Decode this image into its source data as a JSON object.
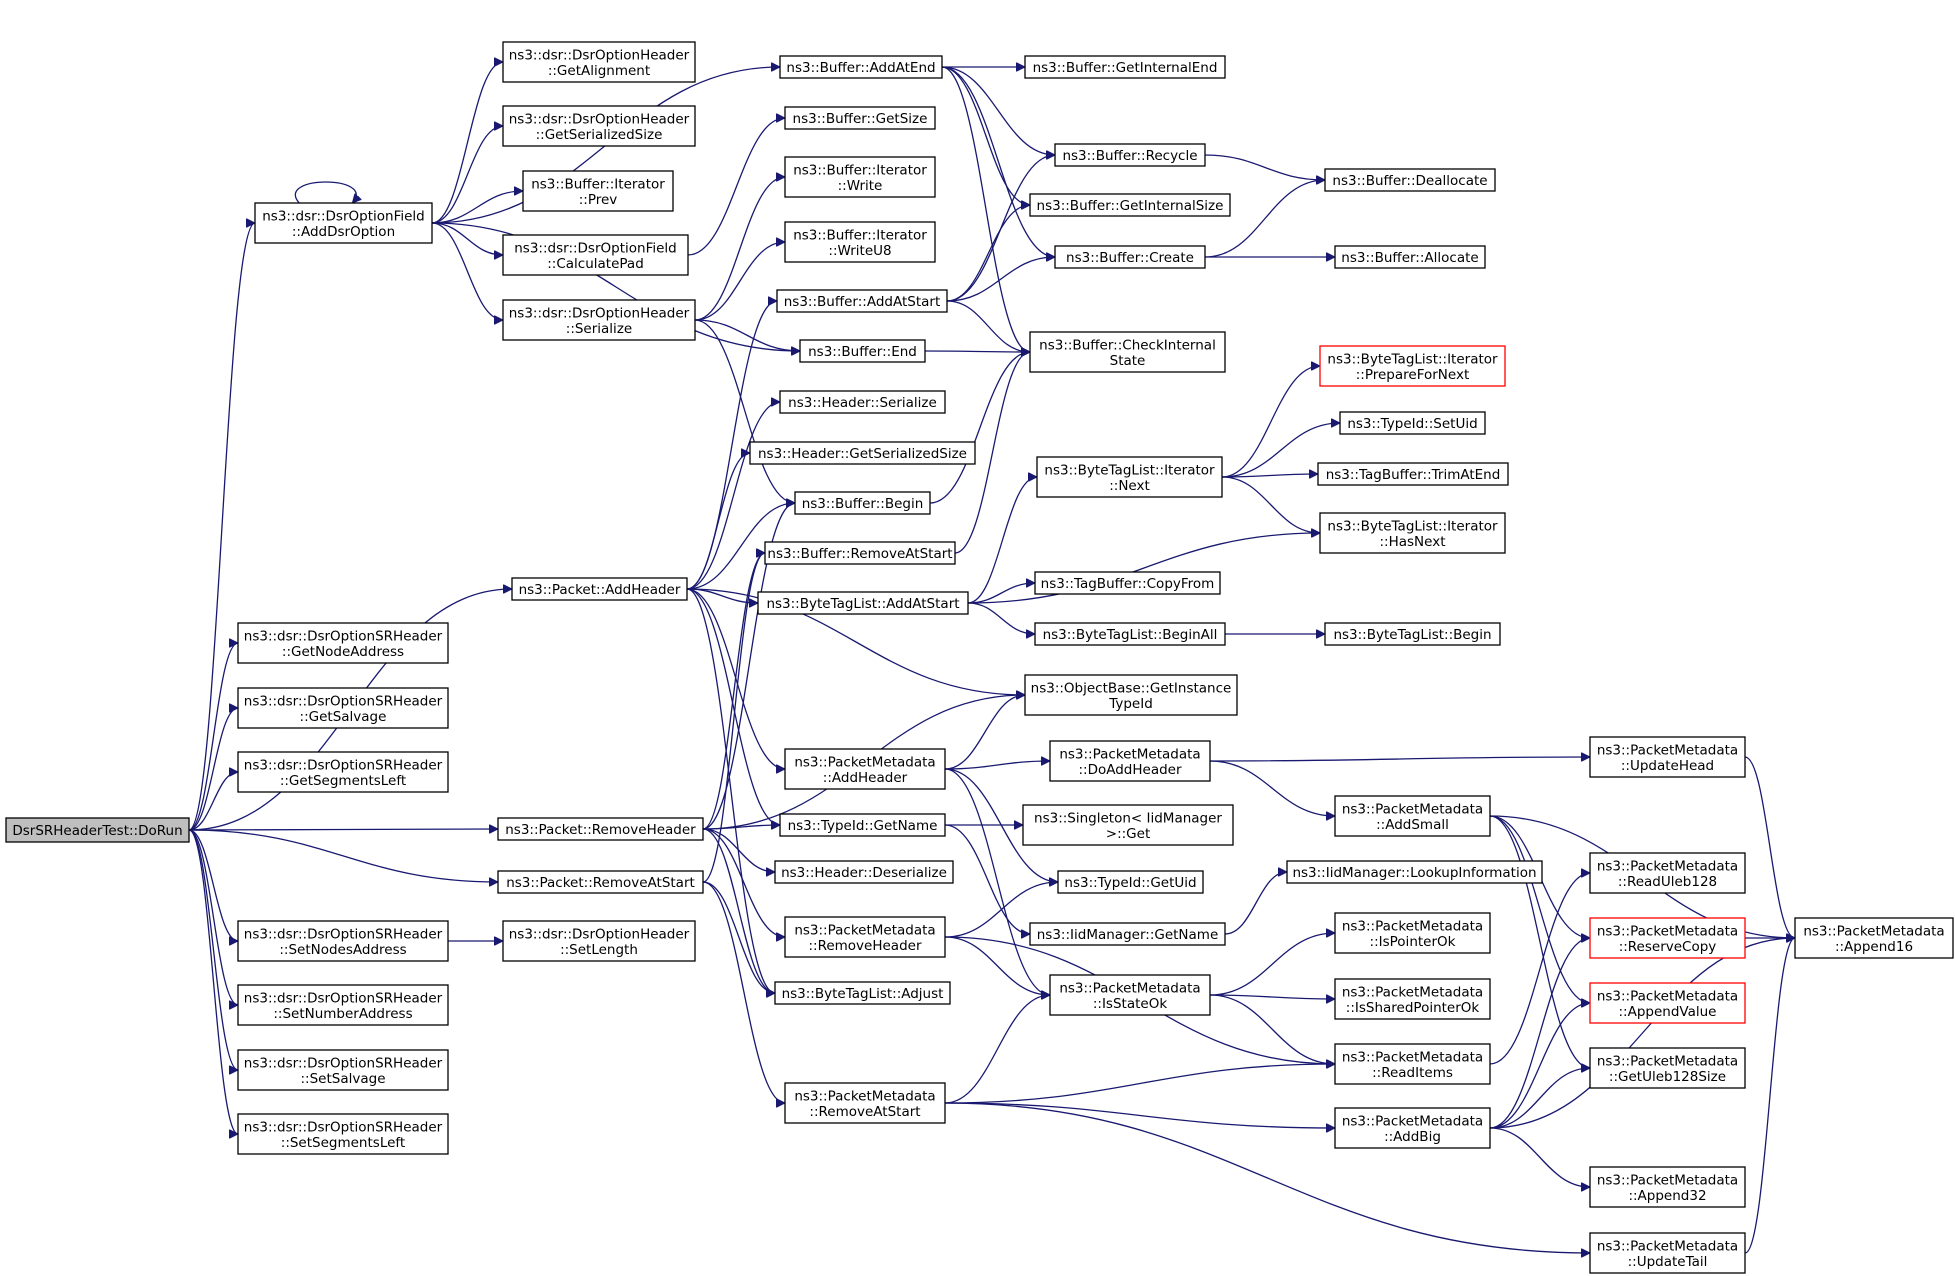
{
  "graph_title": "",
  "colors": {
    "edge": "#191970",
    "root_fill": "#bfbfbf",
    "node_border": "#000000",
    "truncated_border": "#ff0000",
    "background": "#ffffff"
  },
  "nodes": [
    {
      "id": "dorun",
      "lines": [
        "DsrSRHeaderTest::DoRun"
      ],
      "style": "root"
    },
    {
      "id": "adddsropt",
      "lines": [
        "ns3::dsr::DsrOptionField",
        "::AddDsrOption"
      ]
    },
    {
      "id": "getalign",
      "lines": [
        "ns3::dsr::DsrOptionHeader",
        "::GetAlignment"
      ]
    },
    {
      "id": "getsersize_oh",
      "lines": [
        "ns3::dsr::DsrOptionHeader",
        "::GetSerializedSize"
      ]
    },
    {
      "id": "iterprev",
      "lines": [
        "ns3::Buffer::Iterator",
        "::Prev"
      ]
    },
    {
      "id": "calcpad",
      "lines": [
        "ns3::dsr::DsrOptionField",
        "::CalculatePad"
      ]
    },
    {
      "id": "ohserialize",
      "lines": [
        "ns3::dsr::DsrOptionHeader",
        "::Serialize"
      ]
    },
    {
      "id": "addatend",
      "lines": [
        "ns3::Buffer::AddAtEnd"
      ]
    },
    {
      "id": "getinternalend",
      "lines": [
        "ns3::Buffer::GetInternalEnd"
      ]
    },
    {
      "id": "bufgetsize",
      "lines": [
        "ns3::Buffer::GetSize"
      ]
    },
    {
      "id": "iterwrite",
      "lines": [
        "ns3::Buffer::Iterator",
        "::Write"
      ]
    },
    {
      "id": "iterwriteu8",
      "lines": [
        "ns3::Buffer::Iterator",
        "::WriteU8"
      ]
    },
    {
      "id": "recycle",
      "lines": [
        "ns3::Buffer::Recycle"
      ]
    },
    {
      "id": "getinternalsize",
      "lines": [
        "ns3::Buffer::GetInternalSize"
      ]
    },
    {
      "id": "bufcreate",
      "lines": [
        "ns3::Buffer::Create"
      ]
    },
    {
      "id": "deallocate",
      "lines": [
        "ns3::Buffer::Deallocate"
      ]
    },
    {
      "id": "allocate",
      "lines": [
        "ns3::Buffer::Allocate"
      ]
    },
    {
      "id": "addatstart",
      "lines": [
        "ns3::Buffer::AddAtStart"
      ]
    },
    {
      "id": "bufend",
      "lines": [
        "ns3::Buffer::End"
      ]
    },
    {
      "id": "checkinternal",
      "lines": [
        "ns3::Buffer::CheckInternal",
        "State"
      ]
    },
    {
      "id": "hdrserialize",
      "lines": [
        "ns3::Header::Serialize"
      ]
    },
    {
      "id": "hdrgetsersize",
      "lines": [
        "ns3::Header::GetSerializedSize"
      ]
    },
    {
      "id": "bufbegin",
      "lines": [
        "ns3::Buffer::Begin"
      ]
    },
    {
      "id": "removeatstart_buf",
      "lines": [
        "ns3::Buffer::RemoveAtStart"
      ]
    },
    {
      "id": "btl_addatstart",
      "lines": [
        "ns3::ByteTagList::AddAtStart"
      ]
    },
    {
      "id": "btl_iternext",
      "lines": [
        "ns3::ByteTagList::Iterator",
        "::Next"
      ]
    },
    {
      "id": "btl_preparefornext",
      "lines": [
        "ns3::ByteTagList::Iterator",
        "::PrepareForNext"
      ],
      "style": "red"
    },
    {
      "id": "typeid_setuid",
      "lines": [
        "ns3::TypeId::SetUid"
      ]
    },
    {
      "id": "tagbuf_trimatend",
      "lines": [
        "ns3::TagBuffer::TrimAtEnd"
      ]
    },
    {
      "id": "btl_hasnext",
      "lines": [
        "ns3::ByteTagList::Iterator",
        "::HasNext"
      ]
    },
    {
      "id": "tagbuf_copyfrom",
      "lines": [
        "ns3::TagBuffer::CopyFrom"
      ]
    },
    {
      "id": "btl_beginall",
      "lines": [
        "ns3::ByteTagList::BeginAll"
      ]
    },
    {
      "id": "btl_begin",
      "lines": [
        "ns3::ByteTagList::Begin"
      ]
    },
    {
      "id": "pkt_addheader",
      "lines": [
        "ns3::Packet::AddHeader"
      ]
    },
    {
      "id": "getnodeaddr",
      "lines": [
        "ns3::dsr::DsrOptionSRHeader",
        "::GetNodeAddress"
      ]
    },
    {
      "id": "getsalvage",
      "lines": [
        "ns3::dsr::DsrOptionSRHeader",
        "::GetSalvage"
      ]
    },
    {
      "id": "getsegleft",
      "lines": [
        "ns3::dsr::DsrOptionSRHeader",
        "::GetSegmentsLeft"
      ]
    },
    {
      "id": "objbase_getinst",
      "lines": [
        "ns3::ObjectBase::GetInstance",
        "TypeId"
      ]
    },
    {
      "id": "pm_addheader",
      "lines": [
        "ns3::PacketMetadata",
        "::AddHeader"
      ]
    },
    {
      "id": "pm_doaddheader",
      "lines": [
        "ns3::PacketMetadata",
        "::DoAddHeader"
      ]
    },
    {
      "id": "pm_updatehead",
      "lines": [
        "ns3::PacketMetadata",
        "::UpdateHead"
      ]
    },
    {
      "id": "pkt_removeheader",
      "lines": [
        "ns3::Packet::RemoveHeader"
      ]
    },
    {
      "id": "typeid_getname",
      "lines": [
        "ns3::TypeId::GetName"
      ]
    },
    {
      "id": "singleton_get",
      "lines": [
        "ns3::Singleton< IidManager",
        ">::Get"
      ]
    },
    {
      "id": "pm_addsmall",
      "lines": [
        "ns3::PacketMetadata",
        "::AddSmall"
      ]
    },
    {
      "id": "hdrdeserialize",
      "lines": [
        "ns3::Header::Deserialize"
      ]
    },
    {
      "id": "pkt_removeatstart",
      "lines": [
        "ns3::Packet::RemoveAtStart"
      ]
    },
    {
      "id": "typeid_getuid",
      "lines": [
        "ns3::TypeId::GetUid"
      ]
    },
    {
      "id": "iidmgr_lookup",
      "lines": [
        "ns3::IidManager::LookupInformation"
      ]
    },
    {
      "id": "pm_readuleb128",
      "lines": [
        "ns3::PacketMetadata",
        "::ReadUleb128"
      ]
    },
    {
      "id": "setnodesaddr",
      "lines": [
        "ns3::dsr::DsrOptionSRHeader",
        "::SetNodesAddress"
      ]
    },
    {
      "id": "setlength",
      "lines": [
        "ns3::dsr::DsrOptionHeader",
        "::SetLength"
      ]
    },
    {
      "id": "pm_removeheader",
      "lines": [
        "ns3::PacketMetadata",
        "::RemoveHeader"
      ]
    },
    {
      "id": "iidmgr_getname",
      "lines": [
        "ns3::IidManager::GetName"
      ]
    },
    {
      "id": "pm_ispointerok",
      "lines": [
        "ns3::PacketMetadata",
        "::IsPointerOk"
      ]
    },
    {
      "id": "pm_reservecopy",
      "lines": [
        "ns3::PacketMetadata",
        "::ReserveCopy"
      ],
      "style": "red"
    },
    {
      "id": "pm_append16",
      "lines": [
        "ns3::PacketMetadata",
        "::Append16"
      ]
    },
    {
      "id": "btl_adjust",
      "lines": [
        "ns3::ByteTagList::Adjust"
      ]
    },
    {
      "id": "pm_isstateok",
      "lines": [
        "ns3::PacketMetadata",
        "::IsStateOk"
      ]
    },
    {
      "id": "setnumaddr",
      "lines": [
        "ns3::dsr::DsrOptionSRHeader",
        "::SetNumberAddress"
      ]
    },
    {
      "id": "pm_issharedptrok",
      "lines": [
        "ns3::PacketMetadata",
        "::IsSharedPointerOk"
      ]
    },
    {
      "id": "pm_appendvalue",
      "lines": [
        "ns3::PacketMetadata",
        "::AppendValue"
      ],
      "style": "red"
    },
    {
      "id": "pm_readitems",
      "lines": [
        "ns3::PacketMetadata",
        "::ReadItems"
      ]
    },
    {
      "id": "pm_getuleb128size",
      "lines": [
        "ns3::PacketMetadata",
        "::GetUleb128Size"
      ]
    },
    {
      "id": "setsalvage",
      "lines": [
        "ns3::dsr::DsrOptionSRHeader",
        "::SetSalvage"
      ]
    },
    {
      "id": "pm_removeatstart",
      "lines": [
        "ns3::PacketMetadata",
        "::RemoveAtStart"
      ]
    },
    {
      "id": "pm_addbig",
      "lines": [
        "ns3::PacketMetadata",
        "::AddBig"
      ]
    },
    {
      "id": "setsegleft",
      "lines": [
        "ns3::dsr::DsrOptionSRHeader",
        "::SetSegmentsLeft"
      ]
    },
    {
      "id": "pm_append32",
      "lines": [
        "ns3::PacketMetadata",
        "::Append32"
      ]
    },
    {
      "id": "pm_updatetail",
      "lines": [
        "ns3::PacketMetadata",
        "::UpdateTail"
      ]
    }
  ],
  "edges": [
    [
      "dorun",
      "adddsropt"
    ],
    [
      "dorun",
      "pkt_addheader"
    ],
    [
      "dorun",
      "getnodeaddr"
    ],
    [
      "dorun",
      "getsalvage"
    ],
    [
      "dorun",
      "getsegleft"
    ],
    [
      "dorun",
      "pkt_removeheader"
    ],
    [
      "dorun",
      "pkt_removeatstart"
    ],
    [
      "dorun",
      "setnodesaddr"
    ],
    [
      "dorun",
      "setnumaddr"
    ],
    [
      "dorun",
      "setsalvage"
    ],
    [
      "dorun",
      "setsegleft"
    ],
    [
      "adddsropt",
      "adddsropt"
    ],
    [
      "adddsropt",
      "addatend"
    ],
    [
      "adddsropt",
      "getalign"
    ],
    [
      "adddsropt",
      "getsersize_oh"
    ],
    [
      "adddsropt",
      "iterprev"
    ],
    [
      "adddsropt",
      "calcpad"
    ],
    [
      "adddsropt",
      "ohserialize"
    ],
    [
      "adddsropt",
      "bufend"
    ],
    [
      "calcpad",
      "bufgetsize"
    ],
    [
      "ohserialize",
      "iterwrite"
    ],
    [
      "ohserialize",
      "iterwriteu8"
    ],
    [
      "ohserialize",
      "bufend"
    ],
    [
      "ohserialize",
      "bufbegin"
    ],
    [
      "addatend",
      "getinternalend"
    ],
    [
      "addatend",
      "recycle"
    ],
    [
      "addatend",
      "getinternalsize"
    ],
    [
      "addatend",
      "bufcreate"
    ],
    [
      "addatend",
      "checkinternal"
    ],
    [
      "recycle",
      "deallocate"
    ],
    [
      "bufcreate",
      "deallocate"
    ],
    [
      "bufcreate",
      "allocate"
    ],
    [
      "addatstart",
      "recycle"
    ],
    [
      "addatstart",
      "getinternalsize"
    ],
    [
      "addatstart",
      "bufcreate"
    ],
    [
      "addatstart",
      "checkinternal"
    ],
    [
      "bufend",
      "checkinternal"
    ],
    [
      "bufbegin",
      "checkinternal"
    ],
    [
      "removeatstart_buf",
      "checkinternal"
    ],
    [
      "pkt_addheader",
      "addatstart"
    ],
    [
      "pkt_addheader",
      "hdrserialize"
    ],
    [
      "pkt_addheader",
      "hdrgetsersize"
    ],
    [
      "pkt_addheader",
      "bufbegin"
    ],
    [
      "pkt_addheader",
      "btl_addatstart"
    ],
    [
      "pkt_addheader",
      "objbase_getinst"
    ],
    [
      "pkt_addheader",
      "pm_addheader"
    ],
    [
      "pkt_addheader",
      "typeid_getname"
    ],
    [
      "pkt_addheader",
      "btl_adjust"
    ],
    [
      "btl_addatstart",
      "btl_iternext"
    ],
    [
      "btl_addatstart",
      "btl_hasnext"
    ],
    [
      "btl_addatstart",
      "tagbuf_copyfrom"
    ],
    [
      "btl_addatstart",
      "btl_beginall"
    ],
    [
      "btl_iternext",
      "btl_preparefornext"
    ],
    [
      "btl_iternext",
      "typeid_setuid"
    ],
    [
      "btl_iternext",
      "tagbuf_trimatend"
    ],
    [
      "btl_iternext",
      "btl_hasnext"
    ],
    [
      "btl_beginall",
      "btl_begin"
    ],
    [
      "pm_addheader",
      "objbase_getinst"
    ],
    [
      "pm_addheader",
      "pm_doaddheader"
    ],
    [
      "pm_addheader",
      "typeid_getuid"
    ],
    [
      "pm_addheader",
      "pm_isstateok"
    ],
    [
      "pm_doaddheader",
      "pm_updatehead"
    ],
    [
      "pm_doaddheader",
      "pm_addsmall"
    ],
    [
      "pm_updatehead",
      "pm_append16"
    ],
    [
      "pm_addsmall",
      "pm_append16"
    ],
    [
      "pm_addsmall",
      "pm_reservecopy"
    ],
    [
      "pm_addsmall",
      "pm_appendvalue"
    ],
    [
      "pm_addsmall",
      "pm_getuleb128size"
    ],
    [
      "pkt_removeheader",
      "removeatstart_buf"
    ],
    [
      "pkt_removeheader",
      "bufbegin"
    ],
    [
      "pkt_removeheader",
      "objbase_getinst"
    ],
    [
      "pkt_removeheader",
      "typeid_getname"
    ],
    [
      "pkt_removeheader",
      "hdrdeserialize"
    ],
    [
      "pkt_removeheader",
      "pm_removeheader"
    ],
    [
      "pkt_removeheader",
      "btl_adjust"
    ],
    [
      "typeid_getname",
      "singleton_get"
    ],
    [
      "typeid_getname",
      "iidmgr_getname"
    ],
    [
      "iidmgr_getname",
      "iidmgr_lookup"
    ],
    [
      "pkt_removeatstart",
      "removeatstart_buf"
    ],
    [
      "pkt_removeatstart",
      "btl_adjust"
    ],
    [
      "pkt_removeatstart",
      "pm_removeatstart"
    ],
    [
      "setnodesaddr",
      "setlength"
    ],
    [
      "pm_removeheader",
      "typeid_getuid"
    ],
    [
      "pm_removeheader",
      "pm_isstateok"
    ],
    [
      "pm_removeheader",
      "pm_readitems"
    ],
    [
      "pm_isstateok",
      "pm_ispointerok"
    ],
    [
      "pm_isstateok",
      "pm_issharedptrok"
    ],
    [
      "pm_isstateok",
      "pm_readitems"
    ],
    [
      "pm_readitems",
      "pm_readuleb128"
    ],
    [
      "pm_reservecopy",
      "pm_append16"
    ],
    [
      "pm_removeatstart",
      "pm_isstateok"
    ],
    [
      "pm_removeatstart",
      "pm_readitems"
    ],
    [
      "pm_removeatstart",
      "pm_addbig"
    ],
    [
      "pm_removeatstart",
      "pm_updatetail"
    ],
    [
      "pm_addbig",
      "pm_append16"
    ],
    [
      "pm_addbig",
      "pm_reservecopy"
    ],
    [
      "pm_addbig",
      "pm_appendvalue"
    ],
    [
      "pm_addbig",
      "pm_getuleb128size"
    ],
    [
      "pm_addbig",
      "pm_append32"
    ],
    [
      "pm_updatetail",
      "pm_append16"
    ]
  ]
}
